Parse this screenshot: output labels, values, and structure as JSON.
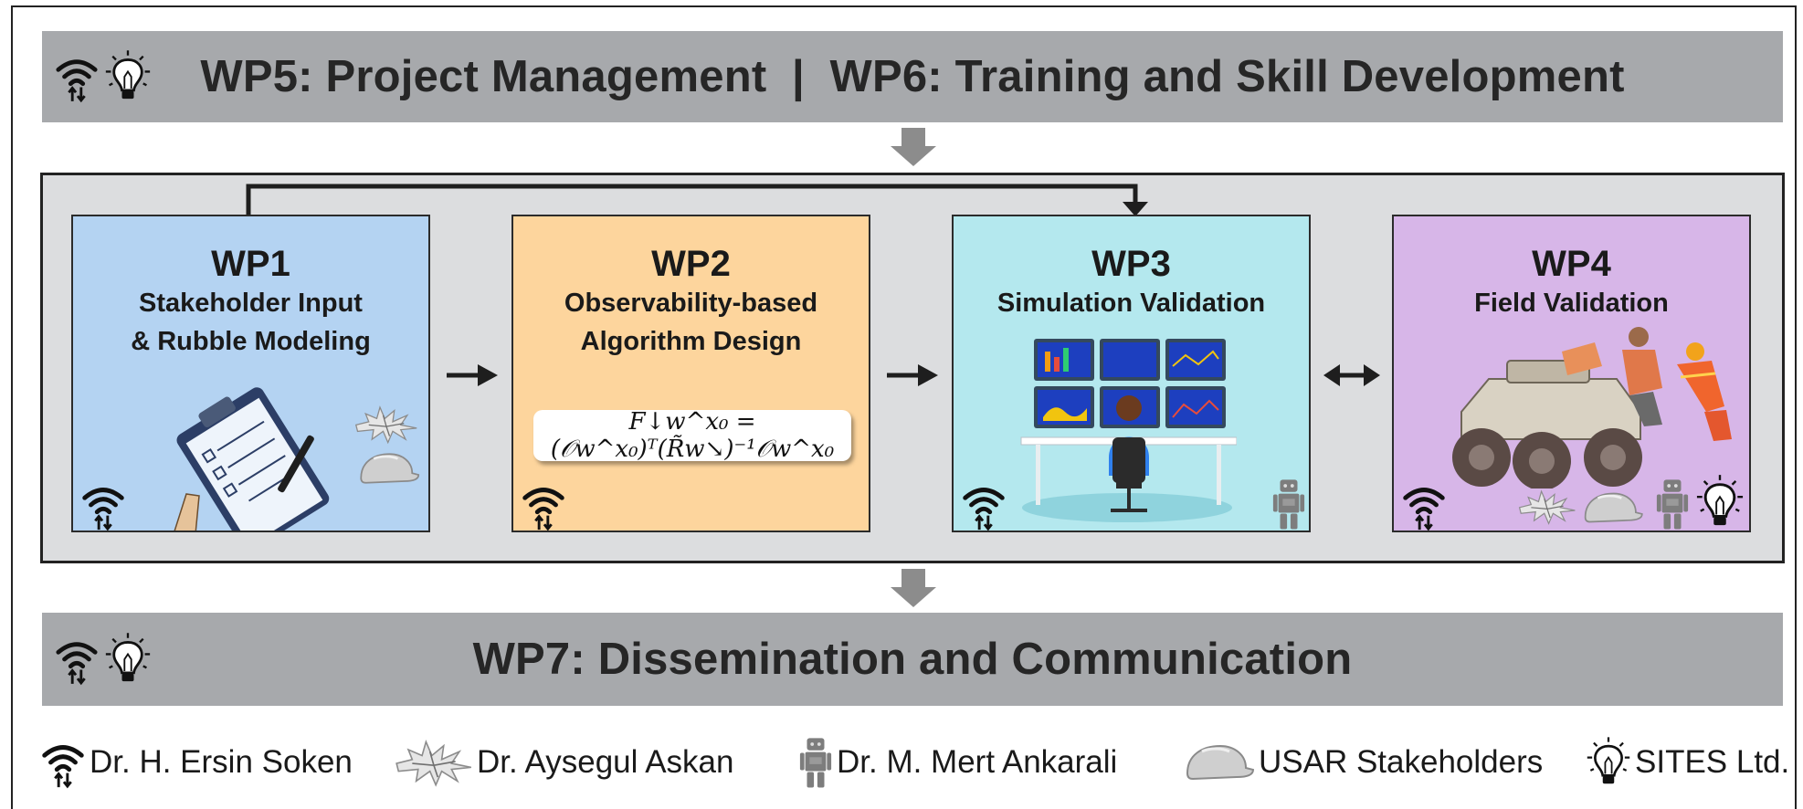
{
  "header": {
    "title": "WP5: Project Management  |  WP6: Training and Skill Development"
  },
  "footer_bar": {
    "title": "WP7: Dissemination and Communication"
  },
  "work_packages": [
    {
      "id": "WP1",
      "subtitle_line1": "Stakeholder Input",
      "subtitle_line2": "& Rubble Modeling"
    },
    {
      "id": "WP2",
      "subtitle_line1": "Observability-based",
      "subtitle_line2": "Algorithm Design"
    },
    {
      "id": "WP3",
      "subtitle_line1": "Simulation Validation",
      "subtitle_line2": ""
    },
    {
      "id": "WP4",
      "subtitle_line1": "Field Validation",
      "subtitle_line2": ""
    }
  ],
  "formula": "F↓w^x₀ = (𝒪w^x₀)ᵀ(R̃w↘)⁻¹𝒪w^x₀",
  "legend": [
    {
      "icon": "wifi-icon",
      "label": "Dr. H. Ersin Soken"
    },
    {
      "icon": "crack-icon",
      "label": "Dr. Aysegul Askan"
    },
    {
      "icon": "robot-icon",
      "label": "Dr. M. Mert Ankarali"
    },
    {
      "icon": "helmet-icon",
      "label": "USAR Stakeholders"
    },
    {
      "icon": "lightbulb-icon",
      "label": "SITES Ltd."
    }
  ],
  "colors": {
    "wp1": "#b4d3f2",
    "wp2": "#fdd59d",
    "wp3": "#b4e8ee",
    "wp4": "#d7b6e8",
    "bar": "#a7a9ac",
    "main": "#dcdddf"
  }
}
